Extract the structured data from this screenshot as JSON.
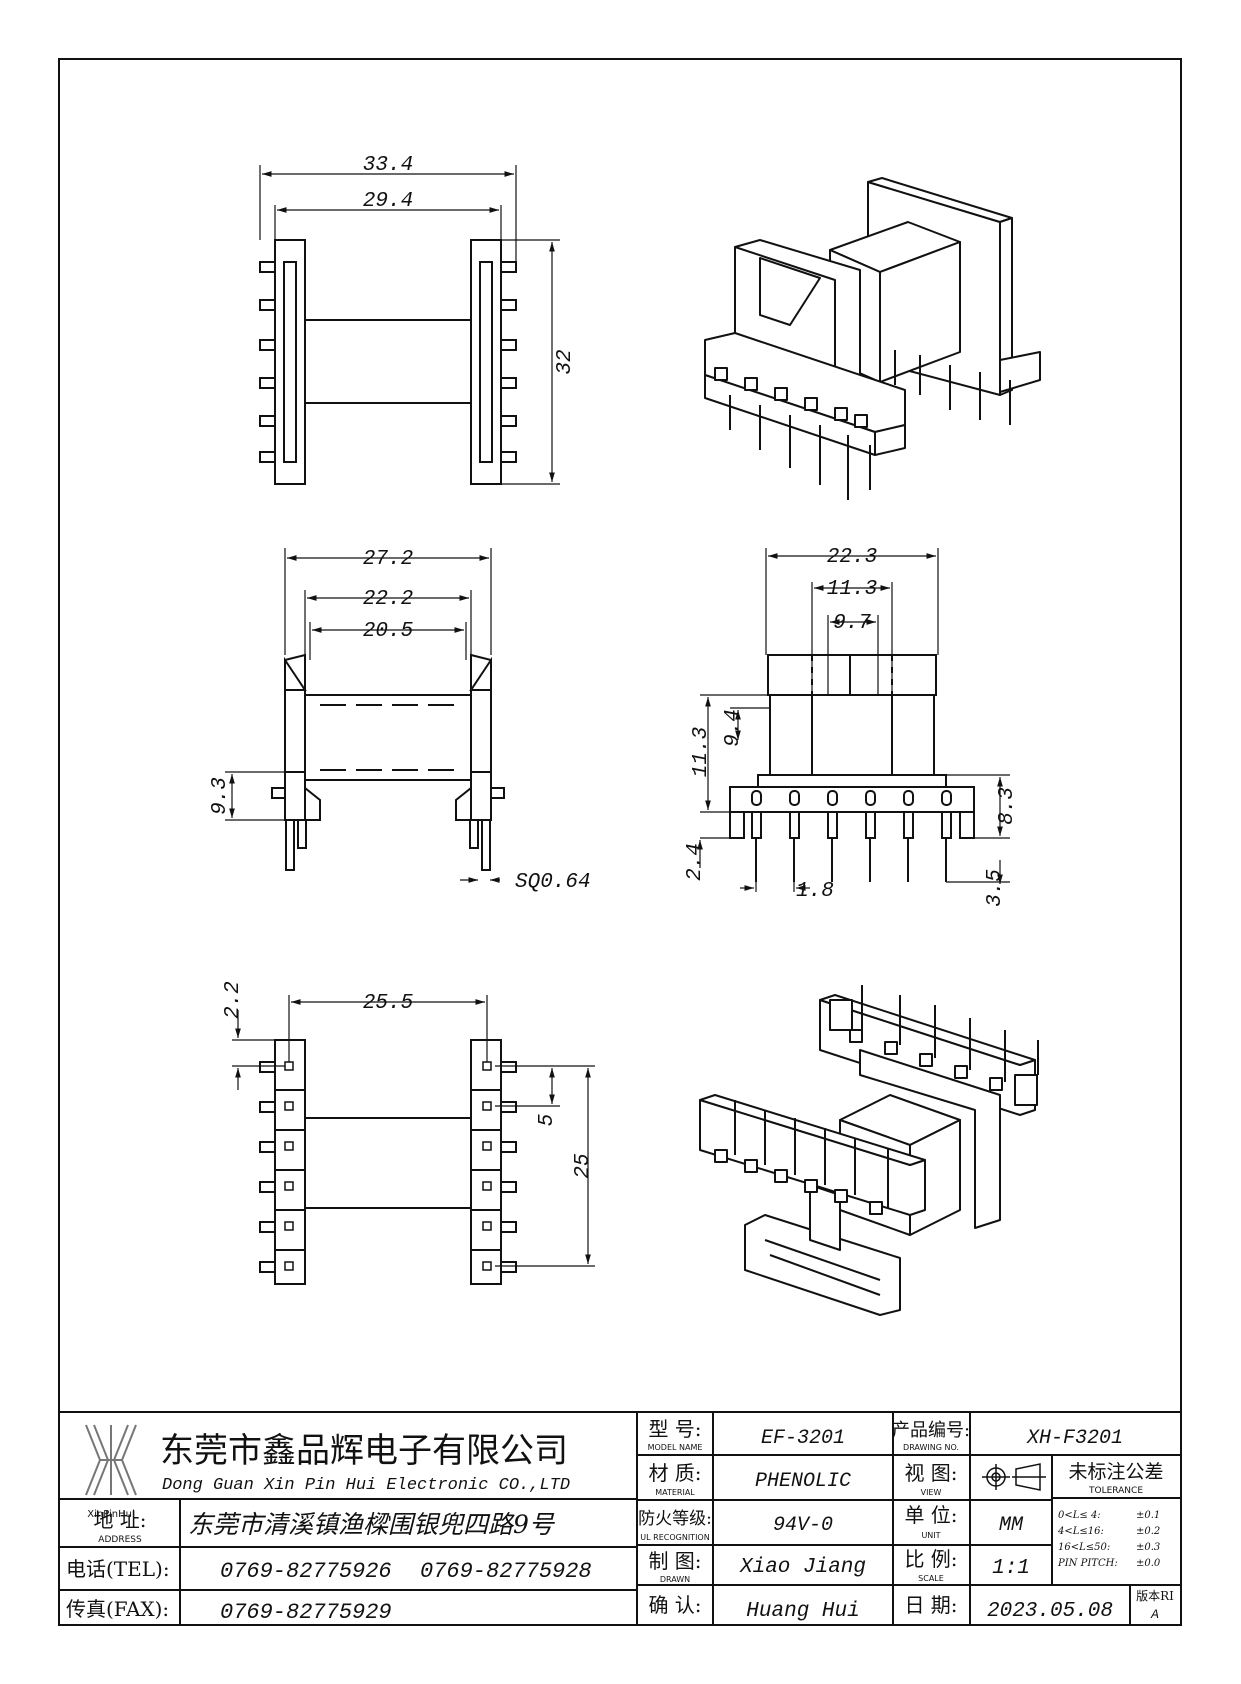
{
  "drawing": {
    "top_view": {
      "width_outer": "33.4",
      "width_inner": "29.4",
      "height": "32"
    },
    "front_view": {
      "w1": "27.2",
      "w2": "22.2",
      "w3": "20.5",
      "h": "9.3",
      "pin": "SQ0.64"
    },
    "side_view": {
      "w1": "22.3",
      "w2": "11.3",
      "w3": "9.7",
      "h1": "11.3",
      "h2": "9.4",
      "h3": "8.3",
      "h4": "2.4",
      "pitch": "1.8",
      "pin_len": "3.5"
    },
    "bottom_view": {
      "w": "25.5",
      "off": "2.2",
      "pitch": "5",
      "span": "25"
    }
  },
  "title_block": {
    "company_cn": "东莞市鑫品辉电子有限公司",
    "company_en": "Dong Guan Xin Pin Hui Electronic CO.,LTD",
    "logo_text": "XinPinHui",
    "address_label_cn": "地  址:",
    "address_label_en": "ADDRESS",
    "address_value": "东莞市清溪镇渔樑围银兜四路9号",
    "tel_label": "电话(TEL):",
    "tel_value_1": "0769-82775926",
    "tel_value_2": "0769-82775928",
    "fax_label": "传真(FAX):",
    "fax_value": "0769-82775929",
    "model_label_cn": "型  号:",
    "model_label_en": "MODEL NAME",
    "model_value": "EF-3201",
    "material_label_cn": "材  质:",
    "material_label_en": "MATERIAL",
    "material_value": "PHENOLIC",
    "ul_label_cn": "防火等级:",
    "ul_label_en": "UL RECOGNITION",
    "ul_value": "94V-0",
    "drawn_label_cn": "制  图:",
    "drawn_label_en": "DRAWN",
    "drawn_value": "Xiao Jiang",
    "confirm_label_cn": "确  认:",
    "confirm_value": "Huang Hui",
    "drawing_no_label_cn": "产品编号:",
    "drawing_no_label_en": "DRAWING NO.",
    "drawing_no_value": "XH-F3201",
    "view_label_cn": "视  图:",
    "view_label_en": "VIEW",
    "unit_label_cn": "单  位:",
    "unit_label_en": "UNIT",
    "unit_value": "MM",
    "scale_label_cn": "比  例:",
    "scale_label_en": "SCALE",
    "scale_value": "1:1",
    "date_label_cn": "日  期:",
    "date_value": "2023.05.08",
    "tolerance_title_cn": "未标注公差",
    "tolerance_title_en": "TOLERANCE",
    "tolerance_rows": [
      {
        "range": "0<L≤ 4:",
        "tol": "±0.1"
      },
      {
        "range": "4<L≤16:",
        "tol": "±0.2"
      },
      {
        "range": "16<L≤50:",
        "tol": "±0.3"
      },
      {
        "range": "PIN PITCH:",
        "tol": "±0.0"
      }
    ],
    "version_label": "版本RI",
    "version_value": "A"
  }
}
